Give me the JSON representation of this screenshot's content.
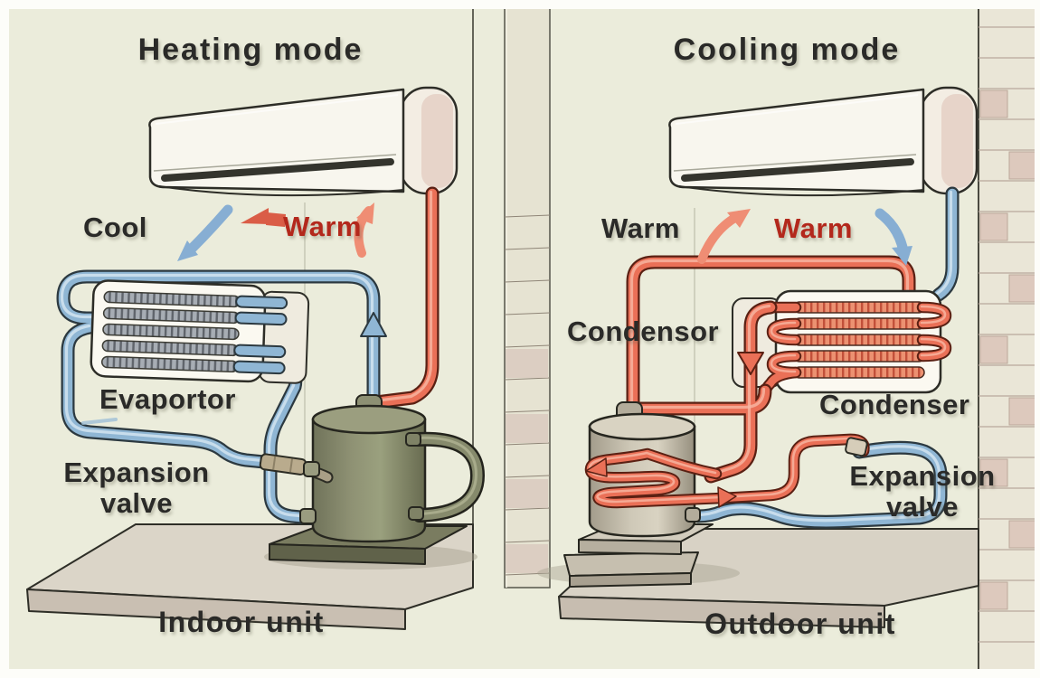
{
  "colors": {
    "background": "#ebecdb",
    "pipe_blue": "#8fb6d4",
    "pipe_red": "#ea7057",
    "label_dark": "#2a2a28",
    "label_red": "#b3281c"
  },
  "heating": {
    "title": "Heating mode",
    "airflow_cool": "Cool",
    "airflow_warm": "Warm",
    "coil": "Evaportor",
    "valve1": "Expansion",
    "valve2": "valve",
    "unit": "Indoor unit"
  },
  "cooling": {
    "title": "Cooling mode",
    "airflow_warm_left": "Warm",
    "airflow_warm_right": "Warm",
    "coil_left": "Condensor",
    "coil_right": "Condenser",
    "valve1": "Expansion",
    "valve2": "valve",
    "unit": "Outdoor unit"
  }
}
